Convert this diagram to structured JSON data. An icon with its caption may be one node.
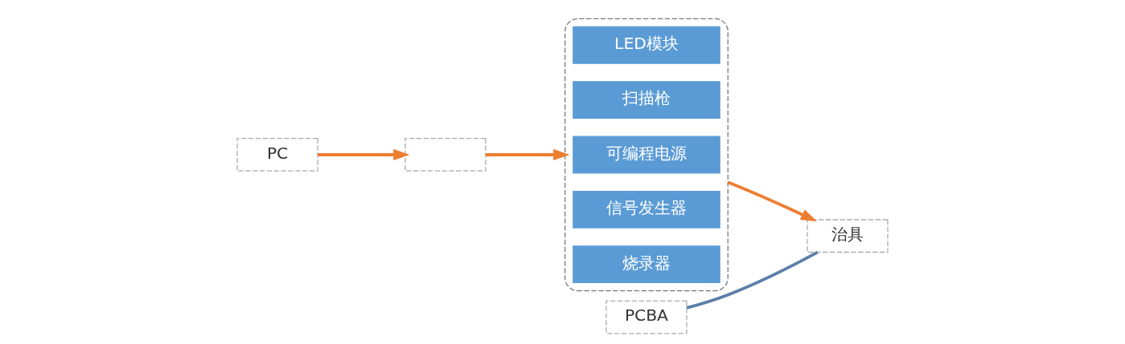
{
  "diagram": {
    "nodes": [
      {
        "text": [
          "PC"
        ]
      },
      {
        "text": [],
        "shape": "box"
      },
      {
        "text": [],
        "shape": "box"
      },
      {
        "text": [
          "LED模块"
        ],
        "in": 2
      },
      {
        "text": [
          "扫描枪"
        ],
        "in": 2
      },
      {
        "text": [
          "可编程电源"
        ],
        "in": 2
      },
      {
        "text": [
          "信号发生器"
        ],
        "in": 2
      },
      {
        "text": [
          "烧录器"
        ],
        "in": 2
      },
      {
        "text": [
          "治具"
        ]
      },
      {
        "text": [
          "PCBA"
        ]
      }
    ],
    "edges": [
      {
        "from": 0,
        "to": 1,
        "arrow": "to"
      },
      {
        "from": 1,
        "to": 2,
        "arrow": "to"
      },
      {
        "from": 2,
        "to": 8,
        "arrow": "to"
      },
      {
        "from": 9,
        "to": 8,
        "arrow": "none",
        "color": "#5b7fa8"
      }
    ]
  }
}
